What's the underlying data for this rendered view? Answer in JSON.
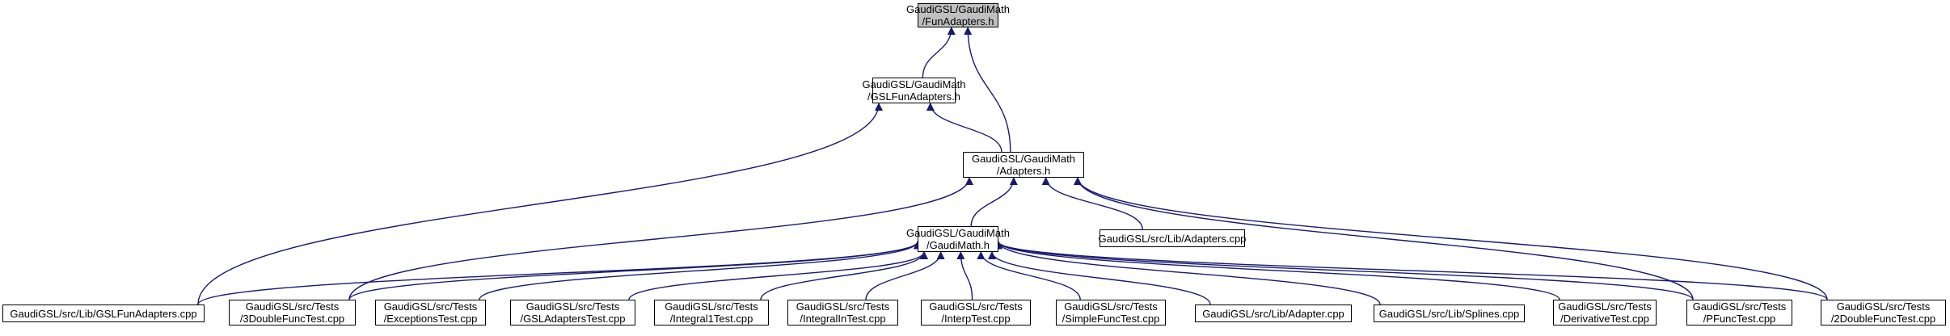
{
  "colors": {
    "edge": "#191970",
    "root_fill": "#bfbfbf",
    "node_fill": "#ffffff",
    "border": "#000000"
  },
  "nodes": [
    {
      "id": "funadapters_h",
      "lines": [
        "GaudiGSL/GaudiMath",
        "/FunAdapters.h"
      ],
      "root": true
    },
    {
      "id": "gslfunadapters_h",
      "lines": [
        "GaudiGSL/GaudiMath",
        "/GSLFunAdapters.h"
      ]
    },
    {
      "id": "adapters_h",
      "lines": [
        "GaudiGSL/GaudiMath",
        "/Adapters.h"
      ]
    },
    {
      "id": "gaudimath_h",
      "lines": [
        "GaudiGSL/GaudiMath",
        "/GaudiMath.h"
      ]
    },
    {
      "id": "adapters_cpp",
      "lines": [
        "GaudiGSL/src/Lib/Adapters.cpp"
      ]
    },
    {
      "id": "gslfunadapters_cpp",
      "lines": [
        "GaudiGSL/src/Lib/GSLFunAdapters.cpp"
      ]
    },
    {
      "id": "t3doublefunc",
      "lines": [
        "GaudiGSL/src/Tests",
        "/3DoubleFuncTest.cpp"
      ]
    },
    {
      "id": "texceptions",
      "lines": [
        "GaudiGSL/src/Tests",
        "/ExceptionsTest.cpp"
      ]
    },
    {
      "id": "tgsladapters",
      "lines": [
        "GaudiGSL/src/Tests",
        "/GSLAdaptersTest.cpp"
      ]
    },
    {
      "id": "tintegral1",
      "lines": [
        "GaudiGSL/src/Tests",
        "/Integral1Test.cpp"
      ]
    },
    {
      "id": "tintegralin",
      "lines": [
        "GaudiGSL/src/Tests",
        "/IntegralInTest.cpp"
      ]
    },
    {
      "id": "tinterp",
      "lines": [
        "GaudiGSL/src/Tests",
        "/InterpTest.cpp"
      ]
    },
    {
      "id": "tsimplefunc",
      "lines": [
        "GaudiGSL/src/Tests",
        "/SimpleFuncTest.cpp"
      ]
    },
    {
      "id": "adapter_cpp",
      "lines": [
        "GaudiGSL/src/Lib/Adapter.cpp"
      ]
    },
    {
      "id": "splines_cpp",
      "lines": [
        "GaudiGSL/src/Lib/Splines.cpp"
      ]
    },
    {
      "id": "tderivative",
      "lines": [
        "GaudiGSL/src/Tests",
        "/DerivativeTest.cpp"
      ]
    },
    {
      "id": "tpfunc",
      "lines": [
        "GaudiGSL/src/Tests",
        "/PFuncTest.cpp"
      ]
    },
    {
      "id": "t2doublefunc",
      "lines": [
        "GaudiGSL/src/Tests",
        "/2DoubleFuncTest.cpp"
      ]
    }
  ],
  "edges": [
    [
      "gslfunadapters_h",
      "funadapters_h"
    ],
    [
      "adapters_h",
      "funadapters_h"
    ],
    [
      "adapters_h",
      "gslfunadapters_h"
    ],
    [
      "gslfunadapters_cpp",
      "gslfunadapters_h"
    ],
    [
      "gaudimath_h",
      "adapters_h"
    ],
    [
      "adapters_cpp",
      "adapters_h"
    ],
    [
      "t3doublefunc",
      "adapters_h"
    ],
    [
      "tpfunc",
      "adapters_h"
    ],
    [
      "t2doublefunc",
      "adapters_h"
    ],
    [
      "gslfunadapters_cpp",
      "gaudimath_h"
    ],
    [
      "t3doublefunc",
      "gaudimath_h"
    ],
    [
      "texceptions",
      "gaudimath_h"
    ],
    [
      "tgsladapters",
      "gaudimath_h"
    ],
    [
      "tintegral1",
      "gaudimath_h"
    ],
    [
      "tintegralin",
      "gaudimath_h"
    ],
    [
      "tinterp",
      "gaudimath_h"
    ],
    [
      "tsimplefunc",
      "gaudimath_h"
    ],
    [
      "adapter_cpp",
      "gaudimath_h"
    ],
    [
      "splines_cpp",
      "gaudimath_h"
    ],
    [
      "tderivative",
      "gaudimath_h"
    ],
    [
      "tpfunc",
      "gaudimath_h"
    ],
    [
      "t2doublefunc",
      "gaudimath_h"
    ]
  ]
}
